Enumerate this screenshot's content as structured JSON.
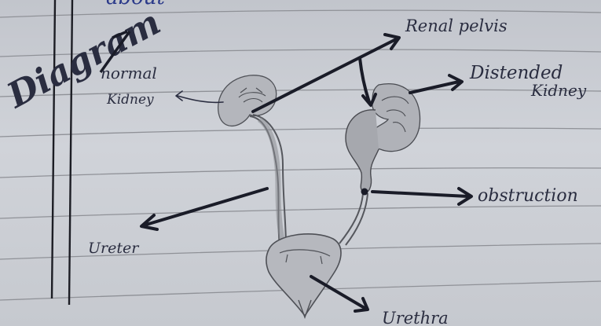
{
  "heading": {
    "top_partial": "about",
    "label": "Diagram"
  },
  "labels": {
    "normal_kidney_line1": "normal",
    "normal_kidney_line2": "Kidney",
    "renal_pelvis": "Renal pelvis",
    "distended_kidney_line1": "Distended",
    "distended_kidney_line2": "Kidney",
    "obstruction": "obstruction",
    "ureter": "Ureter",
    "urethra": "Urethra"
  },
  "colors": {
    "paper": "#c9ccd2",
    "ruled_line": "#8f9197",
    "margin_line": "#1c1d24",
    "ink": "#1a1c28",
    "pencil": "#5a5c62",
    "blue_ink": "#2b3a8a"
  }
}
